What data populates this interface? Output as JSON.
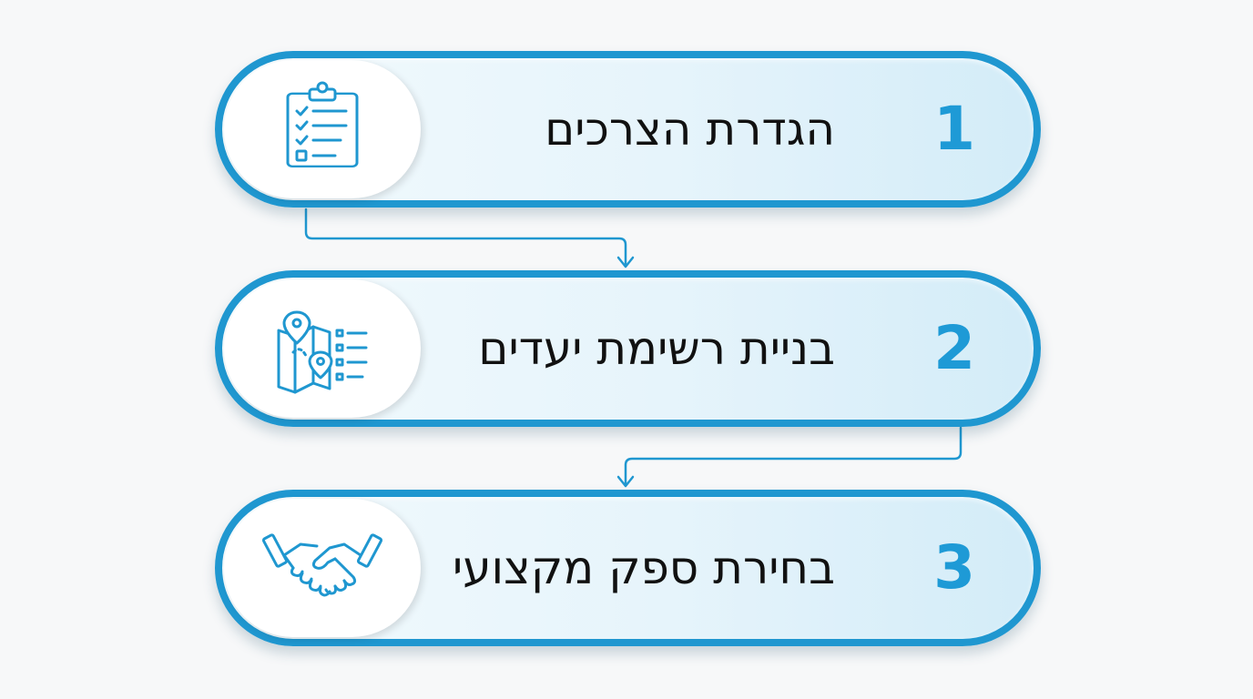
{
  "colors": {
    "accent": "#1f97d0",
    "number": "#1e9ad6",
    "text": "#111111",
    "background": "#f7f8f9"
  },
  "steps": [
    {
      "number": "1",
      "label": "הגדרת הצרכים",
      "icon": "clipboard-checklist-icon"
    },
    {
      "number": "2",
      "label": "בניית רשימת יעדים",
      "icon": "map-pins-list-icon"
    },
    {
      "number": "3",
      "label": "בחירת ספק מקצועי",
      "icon": "handshake-icon"
    }
  ]
}
